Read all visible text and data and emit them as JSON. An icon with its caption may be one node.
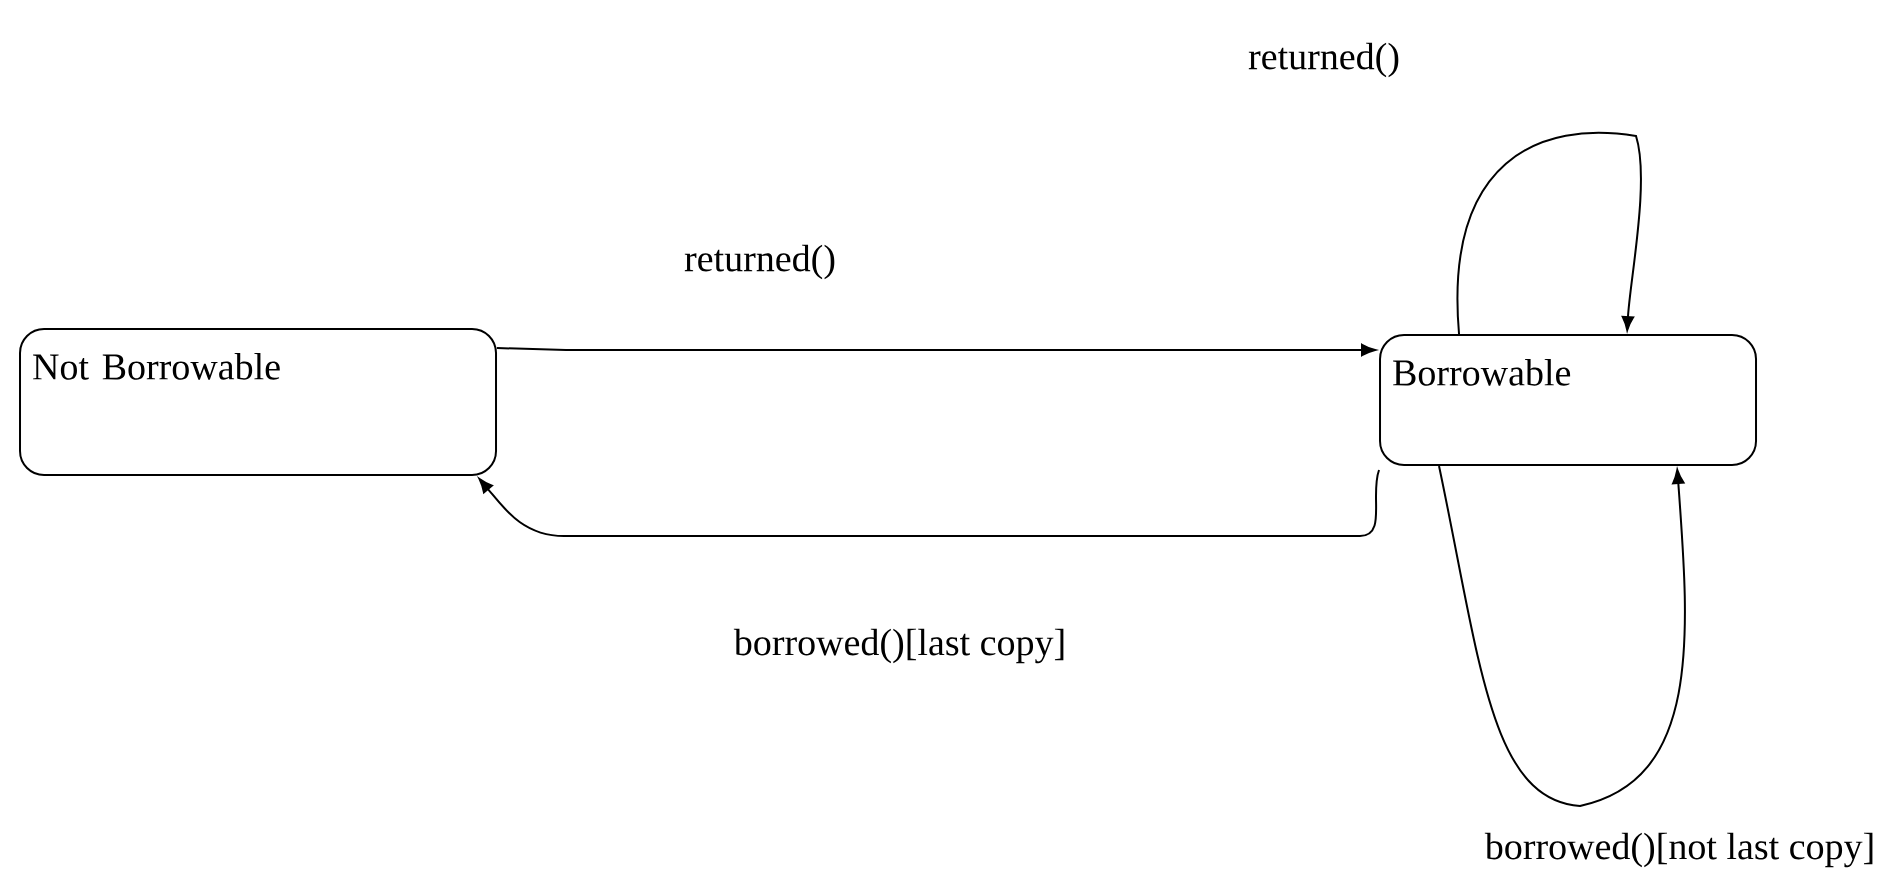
{
  "diagram": {
    "nodes": [
      {
        "text": [
          "Not Borrowable"
        ]
      },
      {
        "text": [
          "Borrowable"
        ]
      }
    ],
    "edges": [
      {
        "from": 0,
        "to": 1,
        "arrow": "to",
        "label": "returned()"
      },
      {
        "from": 1,
        "to": 0,
        "arrow": "to",
        "label": "borrowed()[last copy]"
      },
      {
        "from": 1,
        "to": 1,
        "arrow": "to",
        "label": "returned()"
      },
      {
        "from": 1,
        "to": 1,
        "arrow": "to",
        "label": "borrowed()[not last copy]"
      }
    ]
  }
}
